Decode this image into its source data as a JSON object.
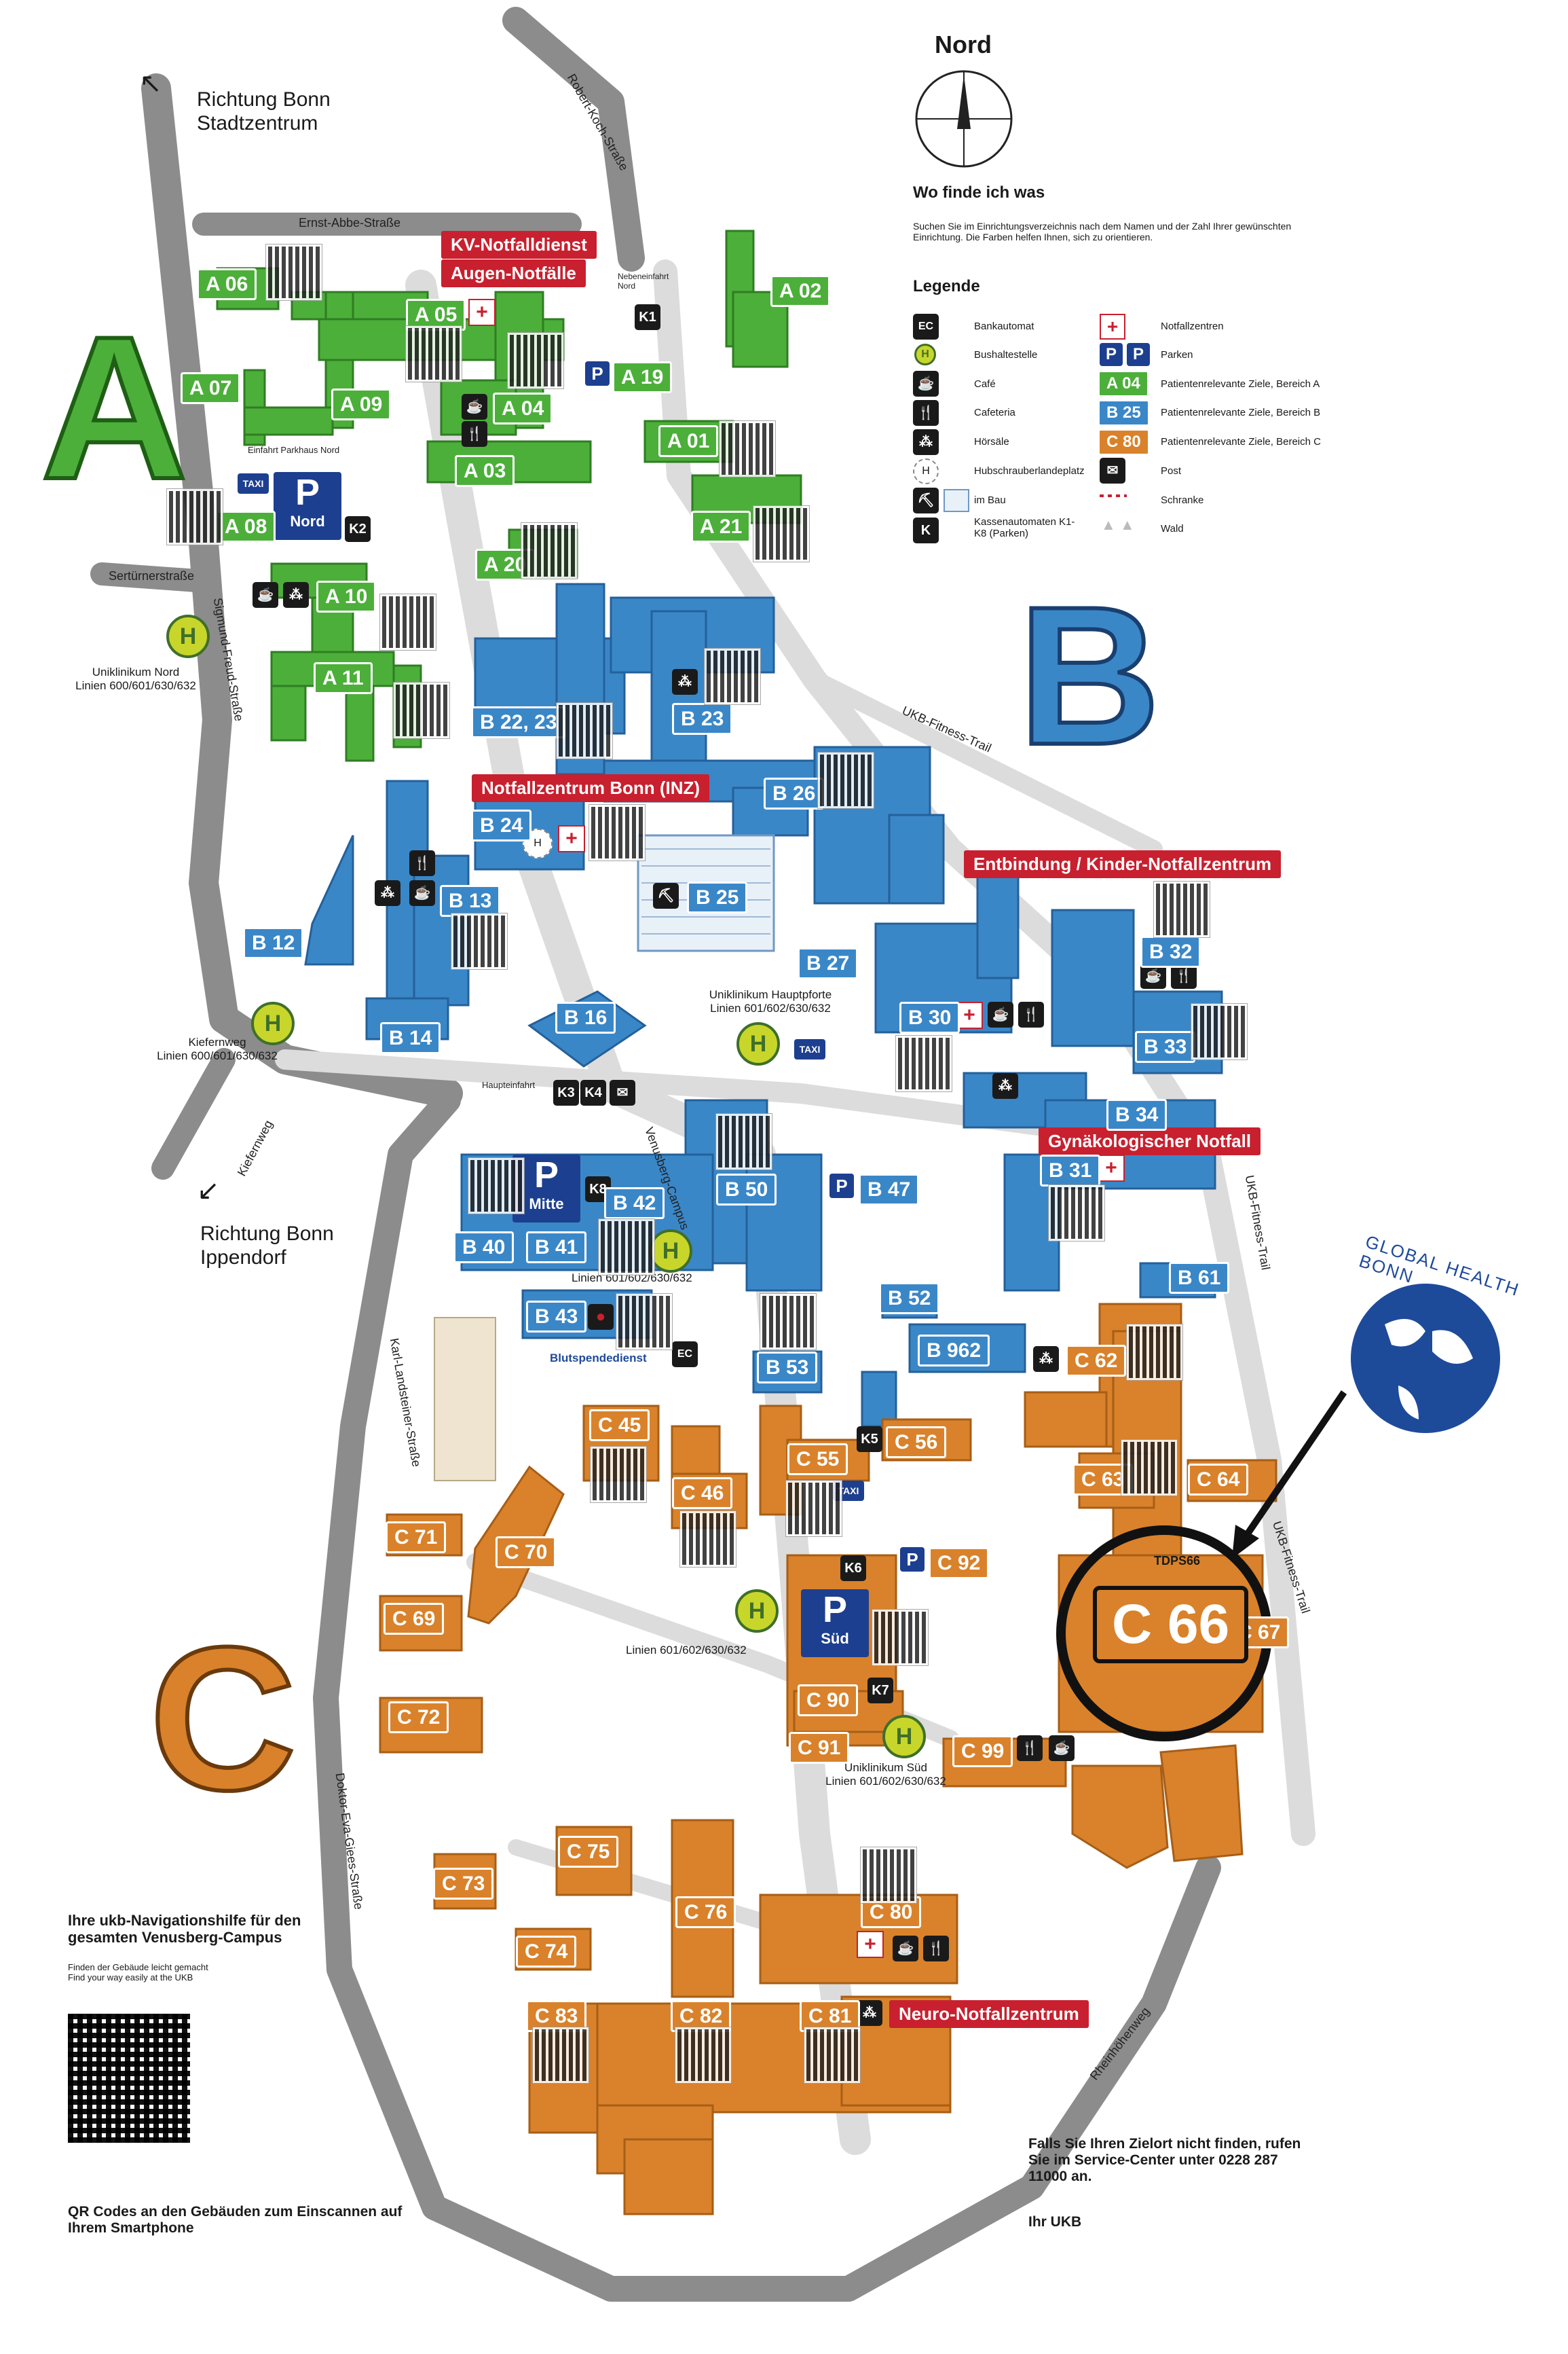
{
  "compass": {
    "label": "Nord"
  },
  "directory": {
    "title": "Wo finde ich was",
    "text": "Suchen Sie im Einrichtungsverzeichnis nach dem Namen und der Zahl Ihrer gewünschten Einrichtung. Die Farben helfen Ihnen, sich zu orientieren."
  },
  "legend": {
    "title": "Legende",
    "left": [
      {
        "icon": "ec-atm-icon",
        "label": "Bankautomat"
      },
      {
        "icon": "bus-stop-icon",
        "label": "Bushaltestelle"
      },
      {
        "icon": "cafe-icon",
        "label": "Café"
      },
      {
        "icon": "cafeteria-icon",
        "label": "Cafeteria"
      },
      {
        "icon": "lecture-hall-icon",
        "label": "Hörsäle"
      },
      {
        "icon": "helipad-icon",
        "label": "Hubschrauberlandeplatz"
      },
      {
        "icon": "construction-icon",
        "label": "im Bau"
      },
      {
        "icon": "ticket-machine-icon",
        "label": "Kassenautomaten K1-K8 (Parken)"
      }
    ],
    "right": [
      {
        "icon": "emergency-icon",
        "label": "Notfallzentren"
      },
      {
        "icon": "parking-icon",
        "label": "Parken"
      },
      {
        "icon": "area-a-badge",
        "label": "Patientenrelevante Ziele, Bereich A",
        "badge": "A 04"
      },
      {
        "icon": "area-b-badge",
        "label": "Patientenrelevante Ziele, Bereich B",
        "badge": "B 25"
      },
      {
        "icon": "area-c-badge",
        "label": "Patientenrelevante Ziele, Bereich C",
        "badge": "C 80"
      },
      {
        "icon": "post-icon",
        "label": "Post"
      },
      {
        "icon": "barrier-icon",
        "label": "Schranke"
      },
      {
        "icon": "forest-icon",
        "label": "Wald"
      }
    ]
  },
  "areas": {
    "a": "A",
    "b": "B",
    "c": "C"
  },
  "colors": {
    "area_a": "#4caf3a",
    "area_b": "#3a87c8",
    "area_c": "#d9822b",
    "emergency": "#c8202f",
    "road": "#8c8c8c",
    "parking": "#1d3f8f"
  },
  "directions": {
    "north": "Richtung Bonn Stadtzentrum",
    "south": "Richtung Bonn Ippendorf"
  },
  "streets": {
    "ernst_abbe": "Ernst-Abbe-Straße",
    "robert_koch": "Robert-Koch-Straße",
    "sertuerner": "Sertürnerstraße",
    "sigmund_freud": "Sigmund-Freud-Straße",
    "kiefernweg": "Kiefernweg",
    "karl_landsteiner": "Karl-Landsteiner-Straße",
    "doktor_eva_giees": "Doktor-Eva-Giees-Straße",
    "rheinhoehenweg": "Rheinhöhenweg",
    "venusberg_campus": "Venusberg-Campus",
    "fitness_trail": "UKB-Fitness-Trail",
    "haupteinfahrt": "Haupteinfahrt",
    "nebeneinfahrt": "Nebeneinfahrt Nord",
    "einfahrt_parkhaus": "Einfahrt Parkhaus Nord"
  },
  "emergencies": {
    "kv": "KV-Notfalldienst",
    "augen": "Augen-Notfälle",
    "inz": "Notfallzentrum Bonn (INZ)",
    "entbindung": "Entbindung / Kinder-Notfallzentrum",
    "gyn": "Gynäkologischer Notfall",
    "neuro": "Neuro-Notfallzentrum"
  },
  "bus_stops": {
    "nord": "Uniklinikum Nord\nLinien 600/601/630/632",
    "kiefernweg": "Kiefernweg\nLinien 600/601/630/632",
    "hauptpforte": "Uniklinikum Hauptpforte\nLinien 601/602/630/632",
    "mitte": "Linien 601/602/630/632",
    "sued_p": "Linien 601/602/630/632",
    "sued": "Uniklinikum Süd\nLinien 601/602/630/632"
  },
  "parking": {
    "nord": "Nord",
    "mitte": "Mitte",
    "sued": "Süd",
    "p": "P",
    "taxi": "TAXI"
  },
  "ticket_machines": [
    "K1",
    "K2",
    "K3",
    "K4",
    "K5",
    "K6",
    "K7",
    "K8"
  ],
  "blood": "Blutspendedienst",
  "ec": "EC",
  "global_health": {
    "text": "GLOBAL HEALTH BONN"
  },
  "highlight": {
    "badge": "C 66",
    "qr_caption": "TDPS66"
  },
  "buildings_a": [
    "A 01",
    "A 02",
    "A 03",
    "A 04",
    "A 05",
    "A 06",
    "A 07",
    "A 08",
    "A 09",
    "A 10",
    "A 11",
    "A 19",
    "A 20",
    "A 21"
  ],
  "buildings_b": [
    "B 12",
    "B 13",
    "B 14",
    "B 16",
    "B 22, 23",
    "B 23",
    "B 24",
    "B 25",
    "B 26",
    "B 27",
    "B 30",
    "B 31",
    "B 32",
    "B 33",
    "B 34",
    "B 40",
    "B 41",
    "B 42",
    "B 43",
    "B 47",
    "B 50",
    "B 52",
    "B 53",
    "B 61",
    "B 962"
  ],
  "buildings_c": [
    "C 45",
    "C 46",
    "C 55",
    "C 56",
    "C 62",
    "C 63",
    "C 64",
    "C 67",
    "C 69",
    "C 70",
    "C 71",
    "C 72",
    "C 73",
    "C 74",
    "C 75",
    "C 76",
    "C 80",
    "C 81",
    "C 82",
    "C 83",
    "C 90",
    "C 91",
    "C 92",
    "C 99"
  ],
  "nav_help": {
    "title": "Ihre ukb-Navigationshilfe für den gesamten Venusberg-Campus",
    "sub": "Finden der Gebäude leicht gemacht\nFind your way easily at the UKB",
    "qr_hint": "QR Codes an den Gebäuden zum Einscannen auf Ihrem Smartphone"
  },
  "service": {
    "text": "Falls Sie Ihren Zielort nicht finden, rufen Sie im Service-Center unter 0228 287 11000 an.",
    "sign": "Ihr UKB"
  }
}
